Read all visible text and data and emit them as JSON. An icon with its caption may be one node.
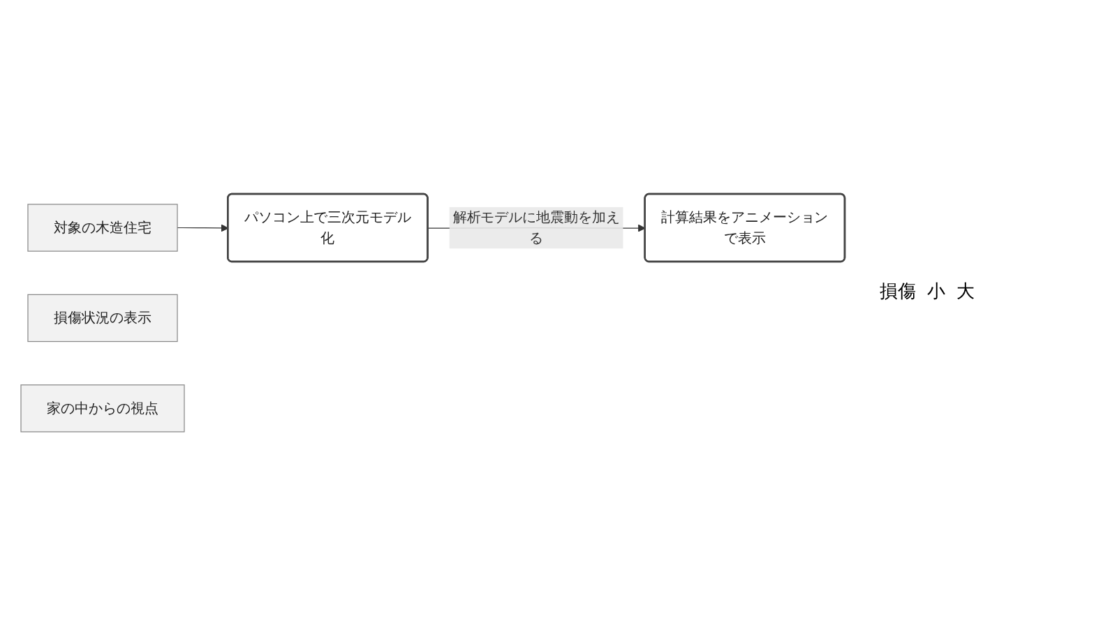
{
  "diagram": {
    "nodes": [
      {
        "text": [
          "対象の木造住宅"
        ]
      },
      {
        "text": [
          "パソコン上で三次元モデル化"
        ]
      },
      {
        "text": [
          "計算結果をアニメーションで表示"
        ]
      },
      {
        "text": [
          "損傷状況の表示"
        ]
      },
      {
        "text": [
          "家の中からの視点"
        ]
      }
    ],
    "edges": [
      {
        "from": 0,
        "to": 1,
        "arrow": "to"
      },
      {
        "from": 1,
        "to": 2,
        "arrow": "to",
        "label": "解析モデルに地震動を加える"
      }
    ],
    "labels": [
      "損傷",
      "小",
      "大"
    ]
  }
}
